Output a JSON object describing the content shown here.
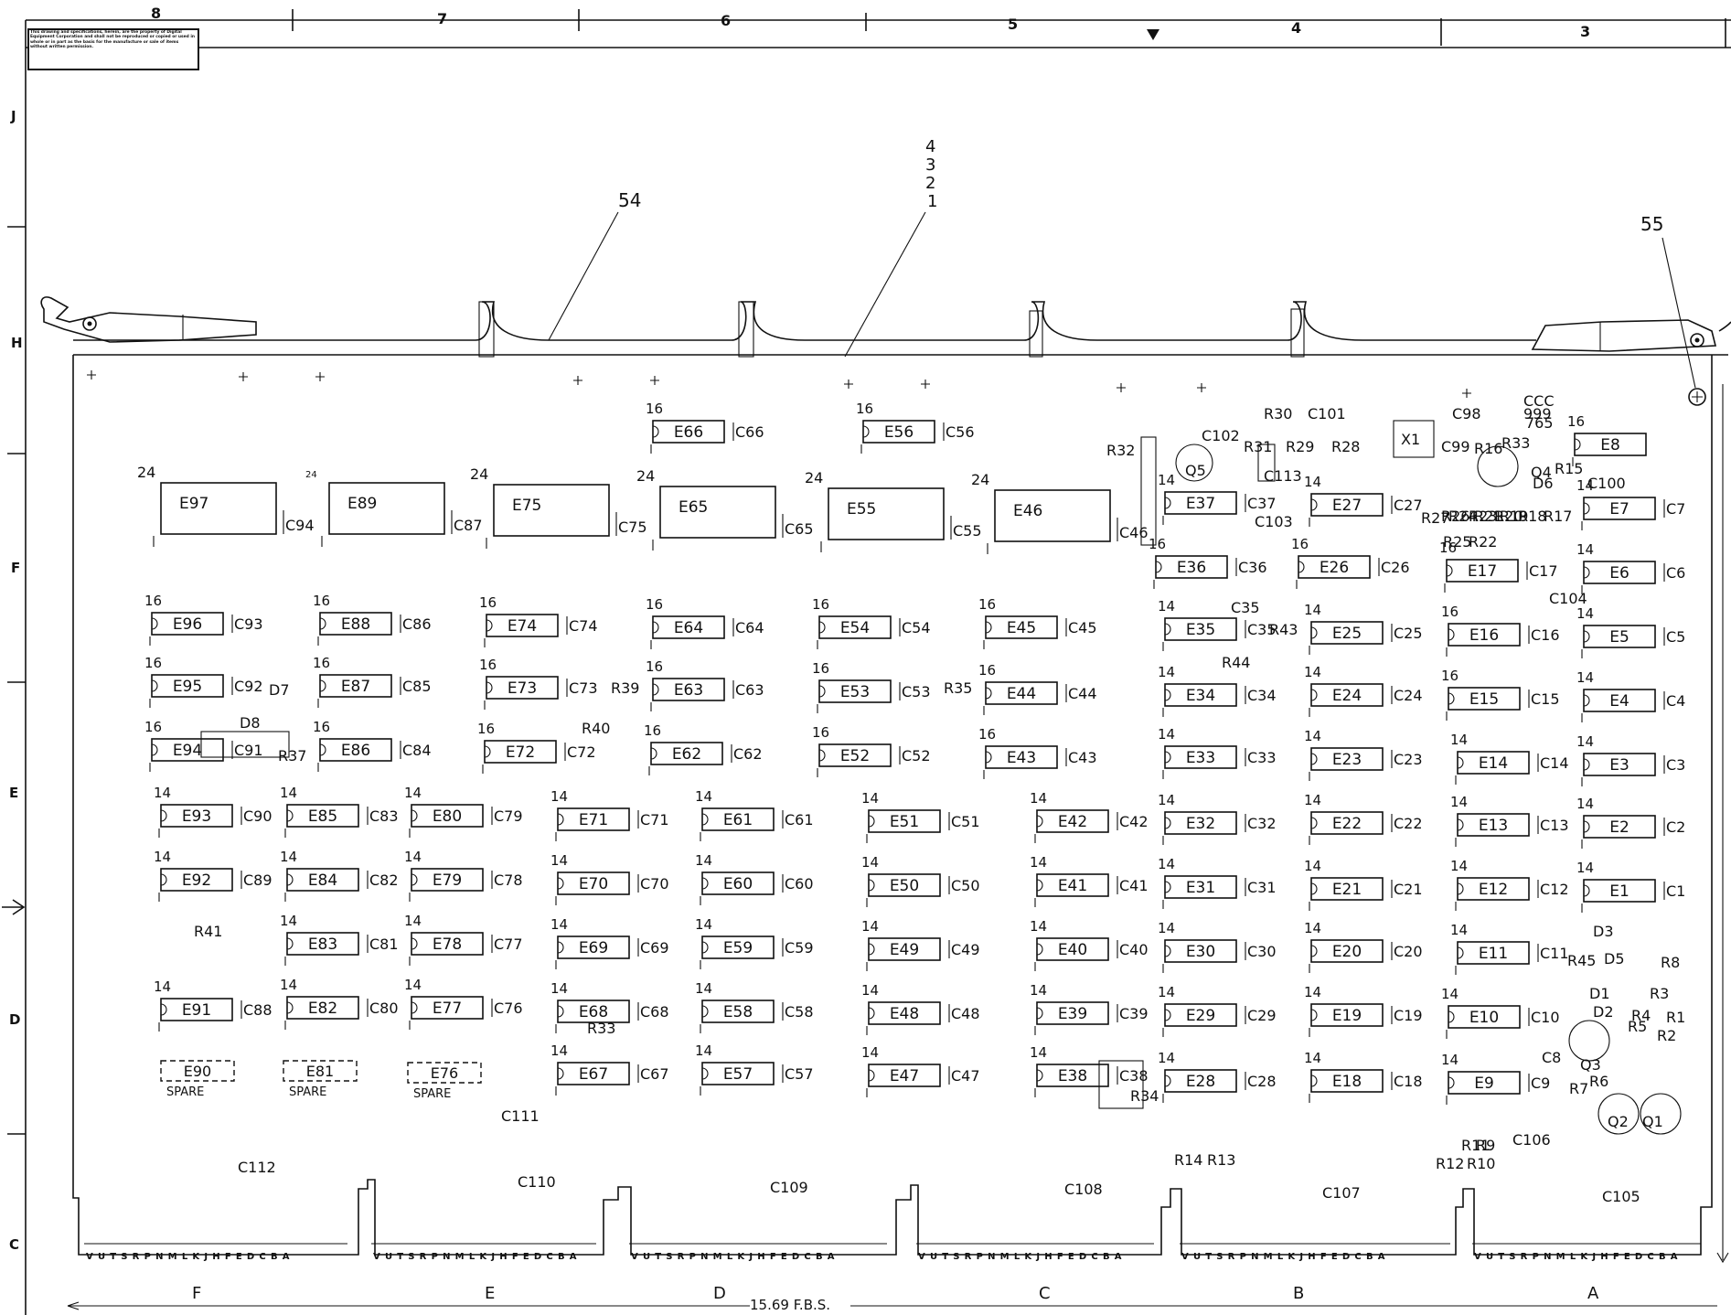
{
  "notice": "This drawing and specifications, herein, are the property of Digital Equipment Corporation and shall not be reproduced or copied or used in whole or in part as the basis for the manufacture or sale of items without written permission.",
  "top_zones": [
    "8",
    "7",
    "6",
    "5",
    "4",
    "3"
  ],
  "left_zones": [
    "J",
    "H",
    "F",
    "E",
    "D",
    "C"
  ],
  "callouts": {
    "c54": "54",
    "c4": "4",
    "c3": "3",
    "c2": "2",
    "c1": "1",
    "c55": "55"
  },
  "board_extent": "15.69 F.B.S.",
  "connector_pins": "VUTSRPNMLKJHFEDCBA",
  "connectors": [
    "F",
    "E",
    "D",
    "C",
    "B",
    "A"
  ],
  "spare_label": "SPARE",
  "big_chips": [
    {
      "id": "E97",
      "pins": "24",
      "cap": "C94"
    },
    {
      "id": "E89",
      "pins": "24",
      "cap": "C87"
    },
    {
      "id": "E75",
      "pins": "24",
      "cap": "C75"
    },
    {
      "id": "E65",
      "pins": "24",
      "cap": "C65"
    },
    {
      "id": "E55",
      "pins": "24",
      "cap": "C55"
    },
    {
      "id": "E46",
      "pins": "24",
      "cap": "C46"
    }
  ],
  "chips": [
    {
      "id": "E66",
      "pins": "16",
      "cap": "C66"
    },
    {
      "id": "E56",
      "pins": "16",
      "cap": "C56"
    },
    {
      "id": "E96",
      "pins": "16",
      "cap": "C93"
    },
    {
      "id": "E95",
      "pins": "16",
      "cap": "C92"
    },
    {
      "id": "E94",
      "pins": "16",
      "cap": "C91"
    },
    {
      "id": "E93",
      "pins": "14",
      "cap": "C90"
    },
    {
      "id": "E92",
      "pins": "14",
      "cap": "C89"
    },
    {
      "id": "E91",
      "pins": "14",
      "cap": "C88"
    },
    {
      "id": "E88",
      "pins": "16",
      "cap": "C86"
    },
    {
      "id": "E87",
      "pins": "16",
      "cap": "C85"
    },
    {
      "id": "E86",
      "pins": "16",
      "cap": "C84"
    },
    {
      "id": "E85",
      "pins": "14",
      "cap": "C83"
    },
    {
      "id": "E84",
      "pins": "14",
      "cap": "C82"
    },
    {
      "id": "E83",
      "pins": "14",
      "cap": "C81"
    },
    {
      "id": "E82",
      "pins": "14",
      "cap": "C80"
    },
    {
      "id": "E80",
      "pins": "14",
      "cap": "C79"
    },
    {
      "id": "E79",
      "pins": "14",
      "cap": "C78"
    },
    {
      "id": "E78",
      "pins": "14",
      "cap": "C77"
    },
    {
      "id": "E77",
      "pins": "14",
      "cap": "C76"
    },
    {
      "id": "E74",
      "pins": "16",
      "cap": "C74"
    },
    {
      "id": "E73",
      "pins": "16",
      "cap": "C73"
    },
    {
      "id": "E72",
      "pins": "16",
      "cap": "C72"
    },
    {
      "id": "E71",
      "pins": "14",
      "cap": "C71"
    },
    {
      "id": "E70",
      "pins": "14",
      "cap": "C70"
    },
    {
      "id": "E69",
      "pins": "14",
      "cap": "C69"
    },
    {
      "id": "E68",
      "pins": "14",
      "cap": "C68"
    },
    {
      "id": "E67",
      "pins": "14",
      "cap": "C67"
    },
    {
      "id": "E64",
      "pins": "16",
      "cap": "C64"
    },
    {
      "id": "E63",
      "pins": "16",
      "cap": "C63"
    },
    {
      "id": "E62",
      "pins": "16",
      "cap": "C62"
    },
    {
      "id": "E61",
      "pins": "14",
      "cap": "C61"
    },
    {
      "id": "E60",
      "pins": "14",
      "cap": "C60"
    },
    {
      "id": "E59",
      "pins": "14",
      "cap": "C59"
    },
    {
      "id": "E58",
      "pins": "14",
      "cap": "C58"
    },
    {
      "id": "E57",
      "pins": "14",
      "cap": "C57"
    },
    {
      "id": "E54",
      "pins": "16",
      "cap": "C54"
    },
    {
      "id": "E53",
      "pins": "16",
      "cap": "C53"
    },
    {
      "id": "E52",
      "pins": "16",
      "cap": "C52"
    },
    {
      "id": "E51",
      "pins": "14",
      "cap": "C51"
    },
    {
      "id": "E50",
      "pins": "14",
      "cap": "C50"
    },
    {
      "id": "E49",
      "pins": "14",
      "cap": "C49"
    },
    {
      "id": "E48",
      "pins": "14",
      "cap": "C48"
    },
    {
      "id": "E47",
      "pins": "14",
      "cap": "C47"
    },
    {
      "id": "E45",
      "pins": "16",
      "cap": "C45"
    },
    {
      "id": "E44",
      "pins": "16",
      "cap": "C44"
    },
    {
      "id": "E43",
      "pins": "16",
      "cap": "C43"
    },
    {
      "id": "E42",
      "pins": "14",
      "cap": "C42"
    },
    {
      "id": "E41",
      "pins": "14",
      "cap": "C41"
    },
    {
      "id": "E40",
      "pins": "14",
      "cap": "C40"
    },
    {
      "id": "E39",
      "pins": "14",
      "cap": "C39"
    },
    {
      "id": "E38",
      "pins": "14",
      "cap": "C38"
    },
    {
      "id": "E37",
      "pins": "14",
      "cap": "C37"
    },
    {
      "id": "E36",
      "pins": "16",
      "cap": "C36"
    },
    {
      "id": "E35",
      "pins": "14",
      "cap": "C35"
    },
    {
      "id": "E34",
      "pins": "14",
      "cap": "C34"
    },
    {
      "id": "E33",
      "pins": "14",
      "cap": "C33"
    },
    {
      "id": "E32",
      "pins": "14",
      "cap": "C32"
    },
    {
      "id": "E31",
      "pins": "14",
      "cap": "C31"
    },
    {
      "id": "E30",
      "pins": "14",
      "cap": "C30"
    },
    {
      "id": "E29",
      "pins": "14",
      "cap": "C29"
    },
    {
      "id": "E28",
      "pins": "14",
      "cap": "C28"
    },
    {
      "id": "E27",
      "pins": "14",
      "cap": "C27"
    },
    {
      "id": "E26",
      "pins": "16",
      "cap": "C26"
    },
    {
      "id": "E25",
      "pins": "14",
      "cap": "C25"
    },
    {
      "id": "E24",
      "pins": "14",
      "cap": "C24"
    },
    {
      "id": "E23",
      "pins": "14",
      "cap": "C23"
    },
    {
      "id": "E22",
      "pins": "14",
      "cap": "C22"
    },
    {
      "id": "E21",
      "pins": "14",
      "cap": "C21"
    },
    {
      "id": "E20",
      "pins": "14",
      "cap": "C20"
    },
    {
      "id": "E19",
      "pins": "14",
      "cap": "C19"
    },
    {
      "id": "E18",
      "pins": "14",
      "cap": "C18"
    },
    {
      "id": "E17",
      "pins": "16",
      "cap": "C17"
    },
    {
      "id": "E16",
      "pins": "16",
      "cap": "C16"
    },
    {
      "id": "E15",
      "pins": "16",
      "cap": "C15"
    },
    {
      "id": "E14",
      "pins": "14",
      "cap": "C14"
    },
    {
      "id": "E13",
      "pins": "14",
      "cap": "C13"
    },
    {
      "id": "E12",
      "pins": "14",
      "cap": "C12"
    },
    {
      "id": "E11",
      "pins": "14",
      "cap": "C11"
    },
    {
      "id": "E10",
      "pins": "14",
      "cap": "C10"
    },
    {
      "id": "E9",
      "pins": "14",
      "cap": "C9"
    },
    {
      "id": "E8",
      "pins": "16",
      "cap": ""
    },
    {
      "id": "E7",
      "pins": "14",
      "cap": "C7"
    },
    {
      "id": "E6",
      "pins": "14",
      "cap": "C6"
    },
    {
      "id": "E5",
      "pins": "14",
      "cap": "C5"
    },
    {
      "id": "E4",
      "pins": "14",
      "cap": "C4"
    },
    {
      "id": "E3",
      "pins": "14",
      "cap": "C3"
    },
    {
      "id": "E2",
      "pins": "14",
      "cap": "C2"
    },
    {
      "id": "E1",
      "pins": "14",
      "cap": "C1"
    }
  ],
  "spares": [
    "E90",
    "E81",
    "E76"
  ],
  "misc_labels": [
    "R30",
    "C101",
    "C102",
    "R31",
    "R29",
    "R28",
    "R32",
    "Q5",
    "C113",
    "C103",
    "X1",
    "C98",
    "C99",
    "R16",
    "R33",
    "Q4",
    "CCC",
    "999",
    "765",
    "D6",
    "C100",
    "R15",
    "R26",
    "R23",
    "R20",
    "R18",
    "R17",
    "R27",
    "R24",
    "R21",
    "R19",
    "R25",
    "R22",
    "C104",
    "C35",
    "R43",
    "R44",
    "D7",
    "R39",
    "R40",
    "R35",
    "D8",
    "R37",
    "R41",
    "R33",
    "R34",
    "R14",
    "R13",
    "R11",
    "R9",
    "R12",
    "R10",
    "C106",
    "D3",
    "D5",
    "R45",
    "R8",
    "D1",
    "R3",
    "D2",
    "R4",
    "R1",
    "R5",
    "R2",
    "Q3",
    "C8",
    "R6",
    "R7",
    "Q2",
    "Q1",
    "C111",
    "C112",
    "C110",
    "C109",
    "C108",
    "C107",
    "C105"
  ]
}
